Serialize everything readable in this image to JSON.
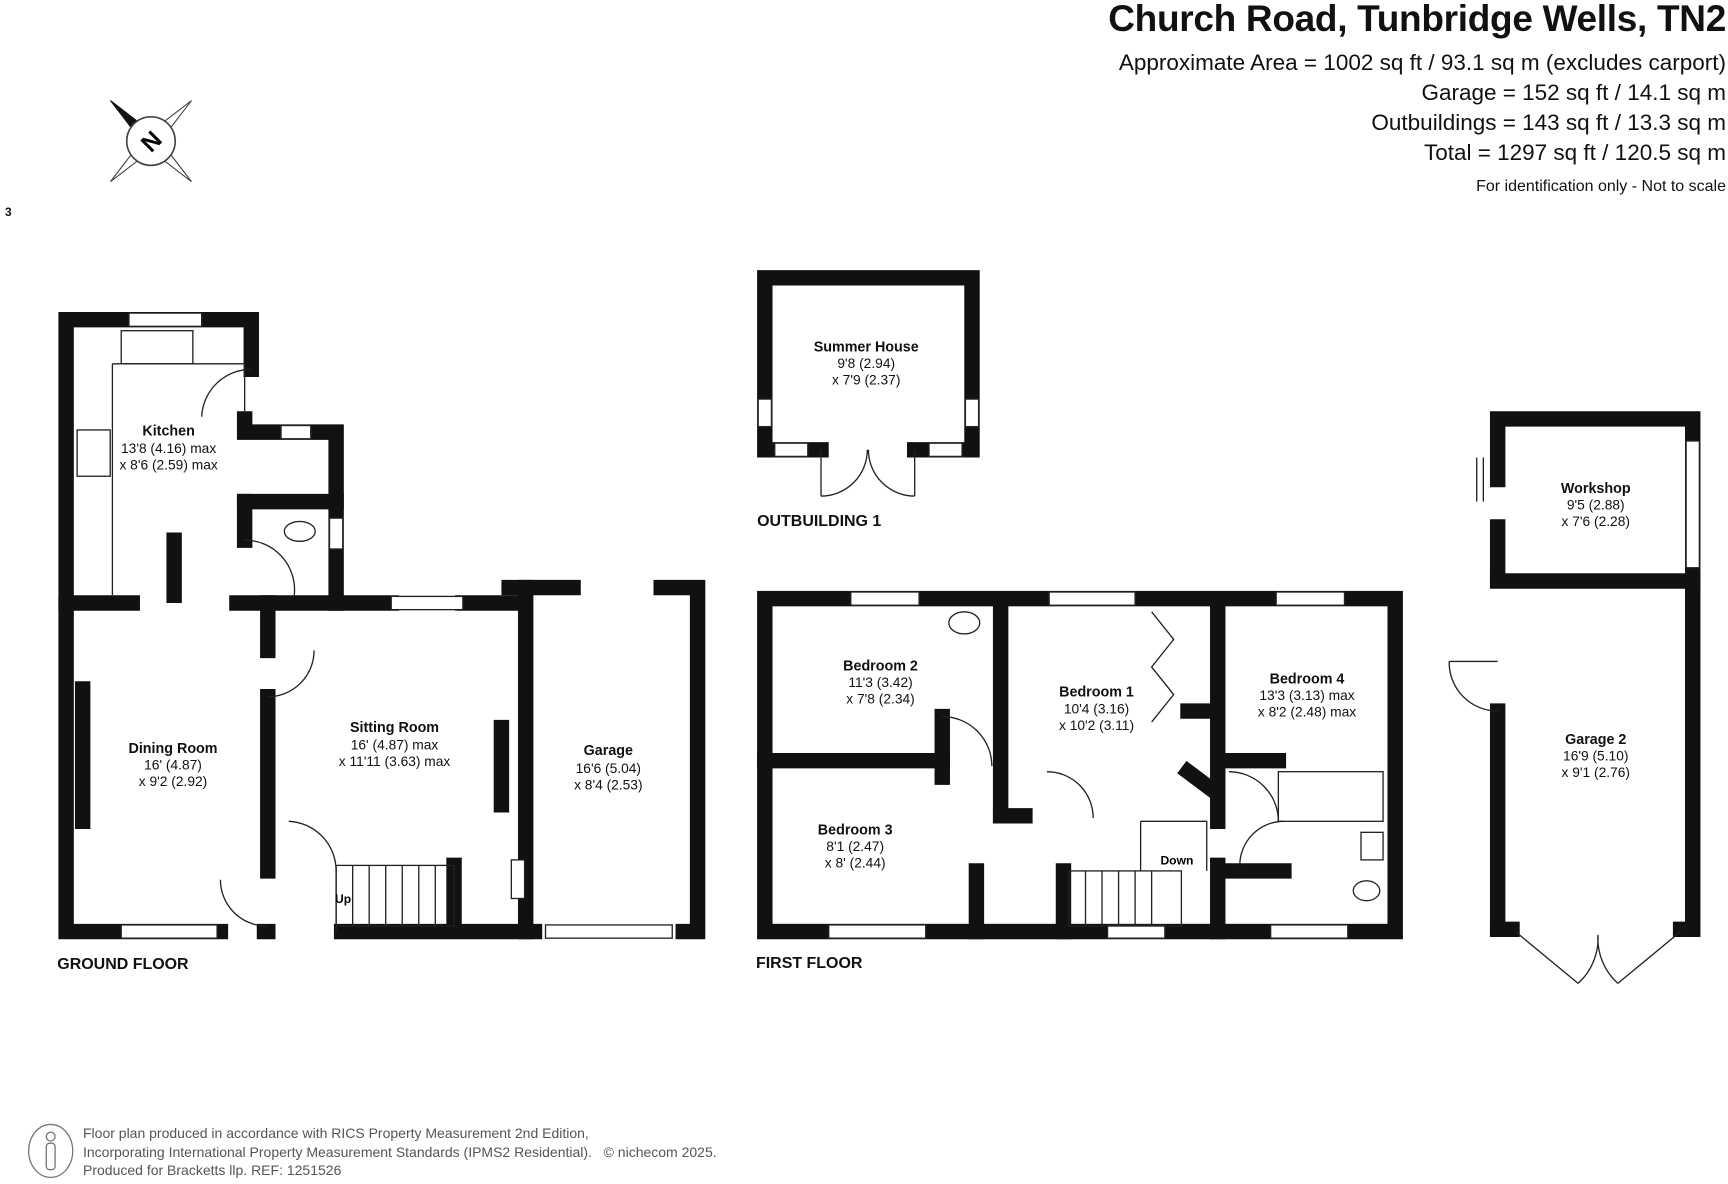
{
  "header": {
    "title": "Church Road, Tunbridge Wells, TN2",
    "areas": [
      "Approximate Area = 1002 sq ft / 93.1 sq m (excludes carport)",
      "Garage = 152 sq ft / 14.1 sq m",
      "Outbuildings = 143 sq ft / 13.3 sq m",
      "Total = 1297 sq ft / 120.5 sq m"
    ],
    "note": "For identification only - Not to scale"
  },
  "page_marker": "3",
  "compass": {
    "label": "N"
  },
  "floors": {
    "ground": "GROUND FLOOR",
    "first": "FIRST FLOOR",
    "outbuilding": "OUTBUILDING 1"
  },
  "rooms": {
    "kitchen": {
      "name": "Kitchen",
      "dim1": "13'8 (4.16) max",
      "dim2": "x 8'6 (2.59) max"
    },
    "dining": {
      "name": "Dining Room",
      "dim1": "16' (4.87)",
      "dim2": "x 9'2 (2.92)"
    },
    "sitting": {
      "name": "Sitting Room",
      "dim1": "16' (4.87) max",
      "dim2": "x 11'11 (3.63) max"
    },
    "garage": {
      "name": "Garage",
      "dim1": "16'6 (5.04)",
      "dim2": "x 8'4 (2.53)"
    },
    "summer": {
      "name": "Summer House",
      "dim1": "9'8 (2.94)",
      "dim2": "x 7'9 (2.37)"
    },
    "bed2": {
      "name": "Bedroom 2",
      "dim1": "11'3 (3.42)",
      "dim2": "x 7'8 (2.34)"
    },
    "bed1": {
      "name": "Bedroom 1",
      "dim1": "10'4 (3.16)",
      "dim2": "x 10'2 (3.11)"
    },
    "bed4": {
      "name": "Bedroom 4",
      "dim1": "13'3 (3.13) max",
      "dim2": "x 8'2 (2.48) max"
    },
    "bed3": {
      "name": "Bedroom 3",
      "dim1": "8'1 (2.47)",
      "dim2": "x 8' (2.44)"
    },
    "workshop": {
      "name": "Workshop",
      "dim1": "9'5 (2.88)",
      "dim2": "x 7'6 (2.28)"
    },
    "garage2": {
      "name": "Garage 2",
      "dim1": "16'9 (5.10)",
      "dim2": "x 9'1 (2.76)"
    }
  },
  "stairs": {
    "up": "Up",
    "down": "Down"
  },
  "footer": {
    "lines": [
      "Floor plan produced in accordance with RICS Property Measurement 2nd Edition,",
      "Incorporating International Property Measurement Standards (IPMS2 Residential).",
      "Produced for Bracketts llp.   REF:  1251526"
    ],
    "copyright": "© nichecom 2025."
  }
}
